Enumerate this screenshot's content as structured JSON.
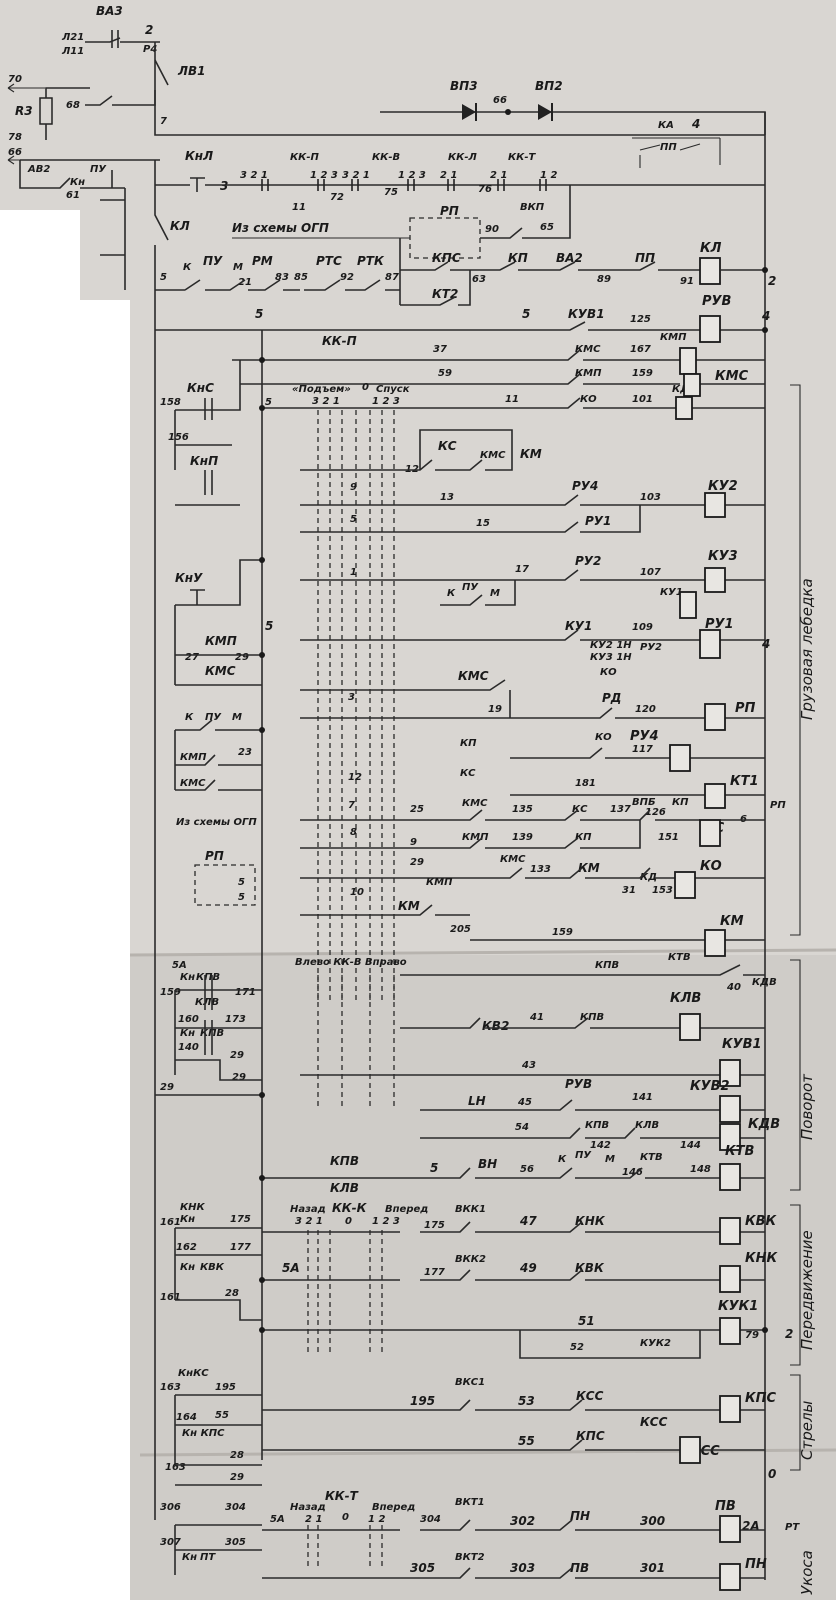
{
  "top_labels": {
    "ba3": "ВА3",
    "l21": "Л21",
    "l11": "Л11",
    "n2": "2",
    "p4": "Р4",
    "r70": "70",
    "r3": "R3",
    "r78": "78",
    "r66": "66",
    "r68": "68",
    "lv1": "ЛВ1",
    "ab2": "АВ2",
    "pu": "ПУ",
    "kn": "Кн",
    "n61": "61",
    "kl": "КЛ",
    "vp3": "ВП3",
    "vp2": "ВП2",
    "n66": "66",
    "ka": "КА",
    "pp": "ПП",
    "n4": "4"
  },
  "contact_row": {
    "knl": "КнЛ",
    "n3": "3",
    "kkp": "КК-П",
    "kkv": "КК-В",
    "kkl": "КК-Л",
    "kkt": "КК-Т",
    "n11": "11",
    "n72": "72",
    "n75": "75",
    "n76": "76",
    "c321a": "3 2 1",
    "c123a": "1 2 3",
    "c321b": "3 2 1",
    "c123b": "1 2 3",
    "c21a": "2 1",
    "c21b": "2 1",
    "c12": "1 2"
  },
  "ogp": {
    "from": "Из схемы ОГП",
    "rp": "РП",
    "vkp": "ВКП",
    "n90": "90",
    "n65": "65"
  },
  "main_row": {
    "n5": "5",
    "k": "К",
    "pu": "ПУ",
    "m": "М",
    "n21": "21",
    "rm": "РМ",
    "n83": "83",
    "n85": "85",
    "rtc": "РТС",
    "n92": "92",
    "rtk": "РТК",
    "n87": "87",
    "kpc": "КПС",
    "n63": "63",
    "kp": "КП",
    "va2": "ВА2",
    "n89": "89",
    "pp": "ПП",
    "n91": "91",
    "kl_coil": "КЛ",
    "n2": "2",
    "kt2": "КТ2"
  },
  "cargo": {
    "n5a": "5",
    "n5b": "5",
    "kuv1": "КУВ1",
    "n125": "125",
    "ruv": "РУВ",
    "n4": "4",
    "kkp": "КК-П",
    "n37": "37",
    "n59": "59",
    "kms": "КМС",
    "n167": "167",
    "kmp_coil": "КМП",
    "kmp": "КМП",
    "n159": "159",
    "kms_coil": "КМС",
    "ko": "КО",
    "n101": "101",
    "kd": "КД",
    "n11": "11",
    "knc": "КнС",
    "n158": "158",
    "n156": "156",
    "knp": "КнП",
    "n5c": "5",
    "podem": "«Подъем»",
    "spusk": "Спуск",
    "n0": "0",
    "c321": "3 2 1",
    "c123": "1 2 3",
    "kc": "КС",
    "kmc": "КМС",
    "km": "КМ",
    "n12": "12",
    "n9": "9",
    "n13": "13",
    "ru4": "РУ4",
    "ru1": "РУ1",
    "n103": "103",
    "ku2": "КУ2",
    "n5d": "5",
    "n15": "15",
    "knu": "КнУ",
    "n17": "17",
    "ru2": "РУ2",
    "n107": "107",
    "ku3": "КУ3",
    "ku1": "КУ1",
    "k": "К",
    "pu": "ПУ",
    "m": "М",
    "n1": "1",
    "kmp2": "КМП",
    "n5e": "5",
    "n27": "27",
    "n29": "29",
    "kmc2": "КМС",
    "ku1b": "КУ1",
    "n109": "109",
    "ru1_coil": "РУ1",
    "ku2_1n": "КУ2 1Н",
    "ru2b": "РУ2",
    "ku3_1n": "КУ3 1Н",
    "n4b": "4",
    "ko2": "КО",
    "kmc3": "КМС",
    "n19": "19",
    "rd": "РД",
    "n120": "120",
    "rp_coil": "РП",
    "n3": "3",
    "k2": "К",
    "pu2": "ПУ",
    "m2": "М",
    "kmp3": "КМП",
    "n23": "23",
    "kmc4": "КМС",
    "kp": "КП",
    "ko3": "КО",
    "n117": "117",
    "ru4_coil": "РУ4",
    "kc2": "КС",
    "n181": "181",
    "vpb": "ВПБ",
    "n126": "126",
    "kp2": "КП",
    "kt1": "КТ1",
    "n6": "6",
    "rp": "РП",
    "n12b": "12",
    "n7": "7",
    "n25": "25",
    "kms2": "КМС",
    "n135": "135",
    "kc3": "КС",
    "n137": "137",
    "n151": "151",
    "kc_coil": "КС",
    "from": "Из схемы ОГП",
    "rp2": "РП",
    "n8": "8",
    "n9b": "9",
    "kmp4": "КМП",
    "n139": "139",
    "kp3": "КП",
    "n5f": "5",
    "n29b": "29",
    "kms3": "КМС",
    "n133": "133",
    "km2": "КМ",
    "ko_coil": "КО",
    "kd2": "КД",
    "n31": "31",
    "n153": "153",
    "n10": "10",
    "kmp5": "КМП",
    "km3": "КМ",
    "n205": "205",
    "n159b": "159",
    "km_coil": "КМ",
    "section": "Грузовая лебедка"
  },
  "turn": {
    "n5a": "5А",
    "kn": "Кн",
    "kpv": "КПВ",
    "n159": "159",
    "n171": "171",
    "klv": "КЛВ",
    "kkv_hdr": "Влево  КК-В  Вправо",
    "n160": "160",
    "n173": "173",
    "kn2": "Кн",
    "kpv2": "КПВ",
    "n140": "140",
    "n29": "29",
    "n29b": "29",
    "n29c": "29",
    "kpv_c": "КПВ",
    "ktv": "КТВ",
    "kv2": "КВ2",
    "n41": "41",
    "kpv3": "КПВ",
    "klv_coil": "КЛВ",
    "n40": "40",
    "kdv": "КДВ",
    "n43": "43",
    "kuv1": "КУВ1",
    "ln": "LН",
    "n45": "45",
    "ruv": "РУВ",
    "n141": "141",
    "kuv2": "КУВ2",
    "n54": "54",
    "kpv4": "КПВ",
    "klv2": "КЛВ",
    "n142": "142",
    "n144": "144",
    "kdv_coil": "КДВ",
    "kpv5": "КПВ",
    "n5": "5",
    "vn": "ВН",
    "n56": "56",
    "k": "К",
    "pu": "ПУ",
    "m": "М",
    "n146": "146",
    "ktv2": "КТВ",
    "n148": "148",
    "ktv_coil": "КТВ",
    "klv3": "КЛВ",
    "section": "Поворот"
  },
  "move": {
    "knk": "КНК",
    "n161": "161",
    "n175": "175",
    "kn": "Кн",
    "kkk": "КК-К",
    "back": "Назад",
    "fwd": "Вперед",
    "c321": "3 2 1",
    "c123": "1 2 3",
    "n0": "0",
    "n175b": "175",
    "vkk1": "ВКК1",
    "n47": "47",
    "knk2": "КНК",
    "kvk_coil": "КВК",
    "n162": "162",
    "n177": "177",
    "kn2": "Кн",
    "kvk": "КВК",
    "n5a": "5А",
    "n177b": "177",
    "vkk2": "ВКК2",
    "n49": "49",
    "kvk2": "КВК",
    "knk_coil": "КНК",
    "n161b": "161",
    "n28": "28",
    "n51": "51",
    "kuk1": "КУК1",
    "n79": "79",
    "n2": "2",
    "n52": "52",
    "kuk2": "КУК2",
    "section": "Передвижение"
  },
  "boom": {
    "knkc": "КнКС",
    "n163": "163",
    "n195": "195",
    "n195b": "195",
    "vkc1": "ВКС1",
    "n53": "53",
    "kcc": "КСС",
    "kpc_coil": "КПС",
    "n164": "164",
    "n55": "55",
    "knkc2": "Кн КПС",
    "n55b": "55",
    "kpc": "КПС",
    "kcc2": "КСС",
    "kcc_coil": "КСС",
    "n163b": "163",
    "n28": "28",
    "n29": "29",
    "n0": "0",
    "section": "Стрелы"
  },
  "boom2": {
    "n306": "306",
    "n304": "304",
    "n5a": "5А",
    "back": "Назад",
    "kkt": "КК-Т",
    "fwd": "Вперед",
    "c21": "2 1",
    "c12": "1 2",
    "n0": "0",
    "n304b": "304",
    "vkt1": "ВКТ1",
    "n302": "302",
    "pn": "ПН",
    "n300": "300",
    "pv_coil": "ПВ",
    "n2a": "2А",
    "pt": "РТ",
    "n307": "307",
    "n305": "305",
    "kn": "Кн",
    "pt2": "ПТ",
    "n305b": "305",
    "vkt2": "ВКТ2",
    "n303": "303",
    "pv": "ПВ",
    "n301": "301",
    "pn_coil": "ПН",
    "section": "Укоса"
  }
}
